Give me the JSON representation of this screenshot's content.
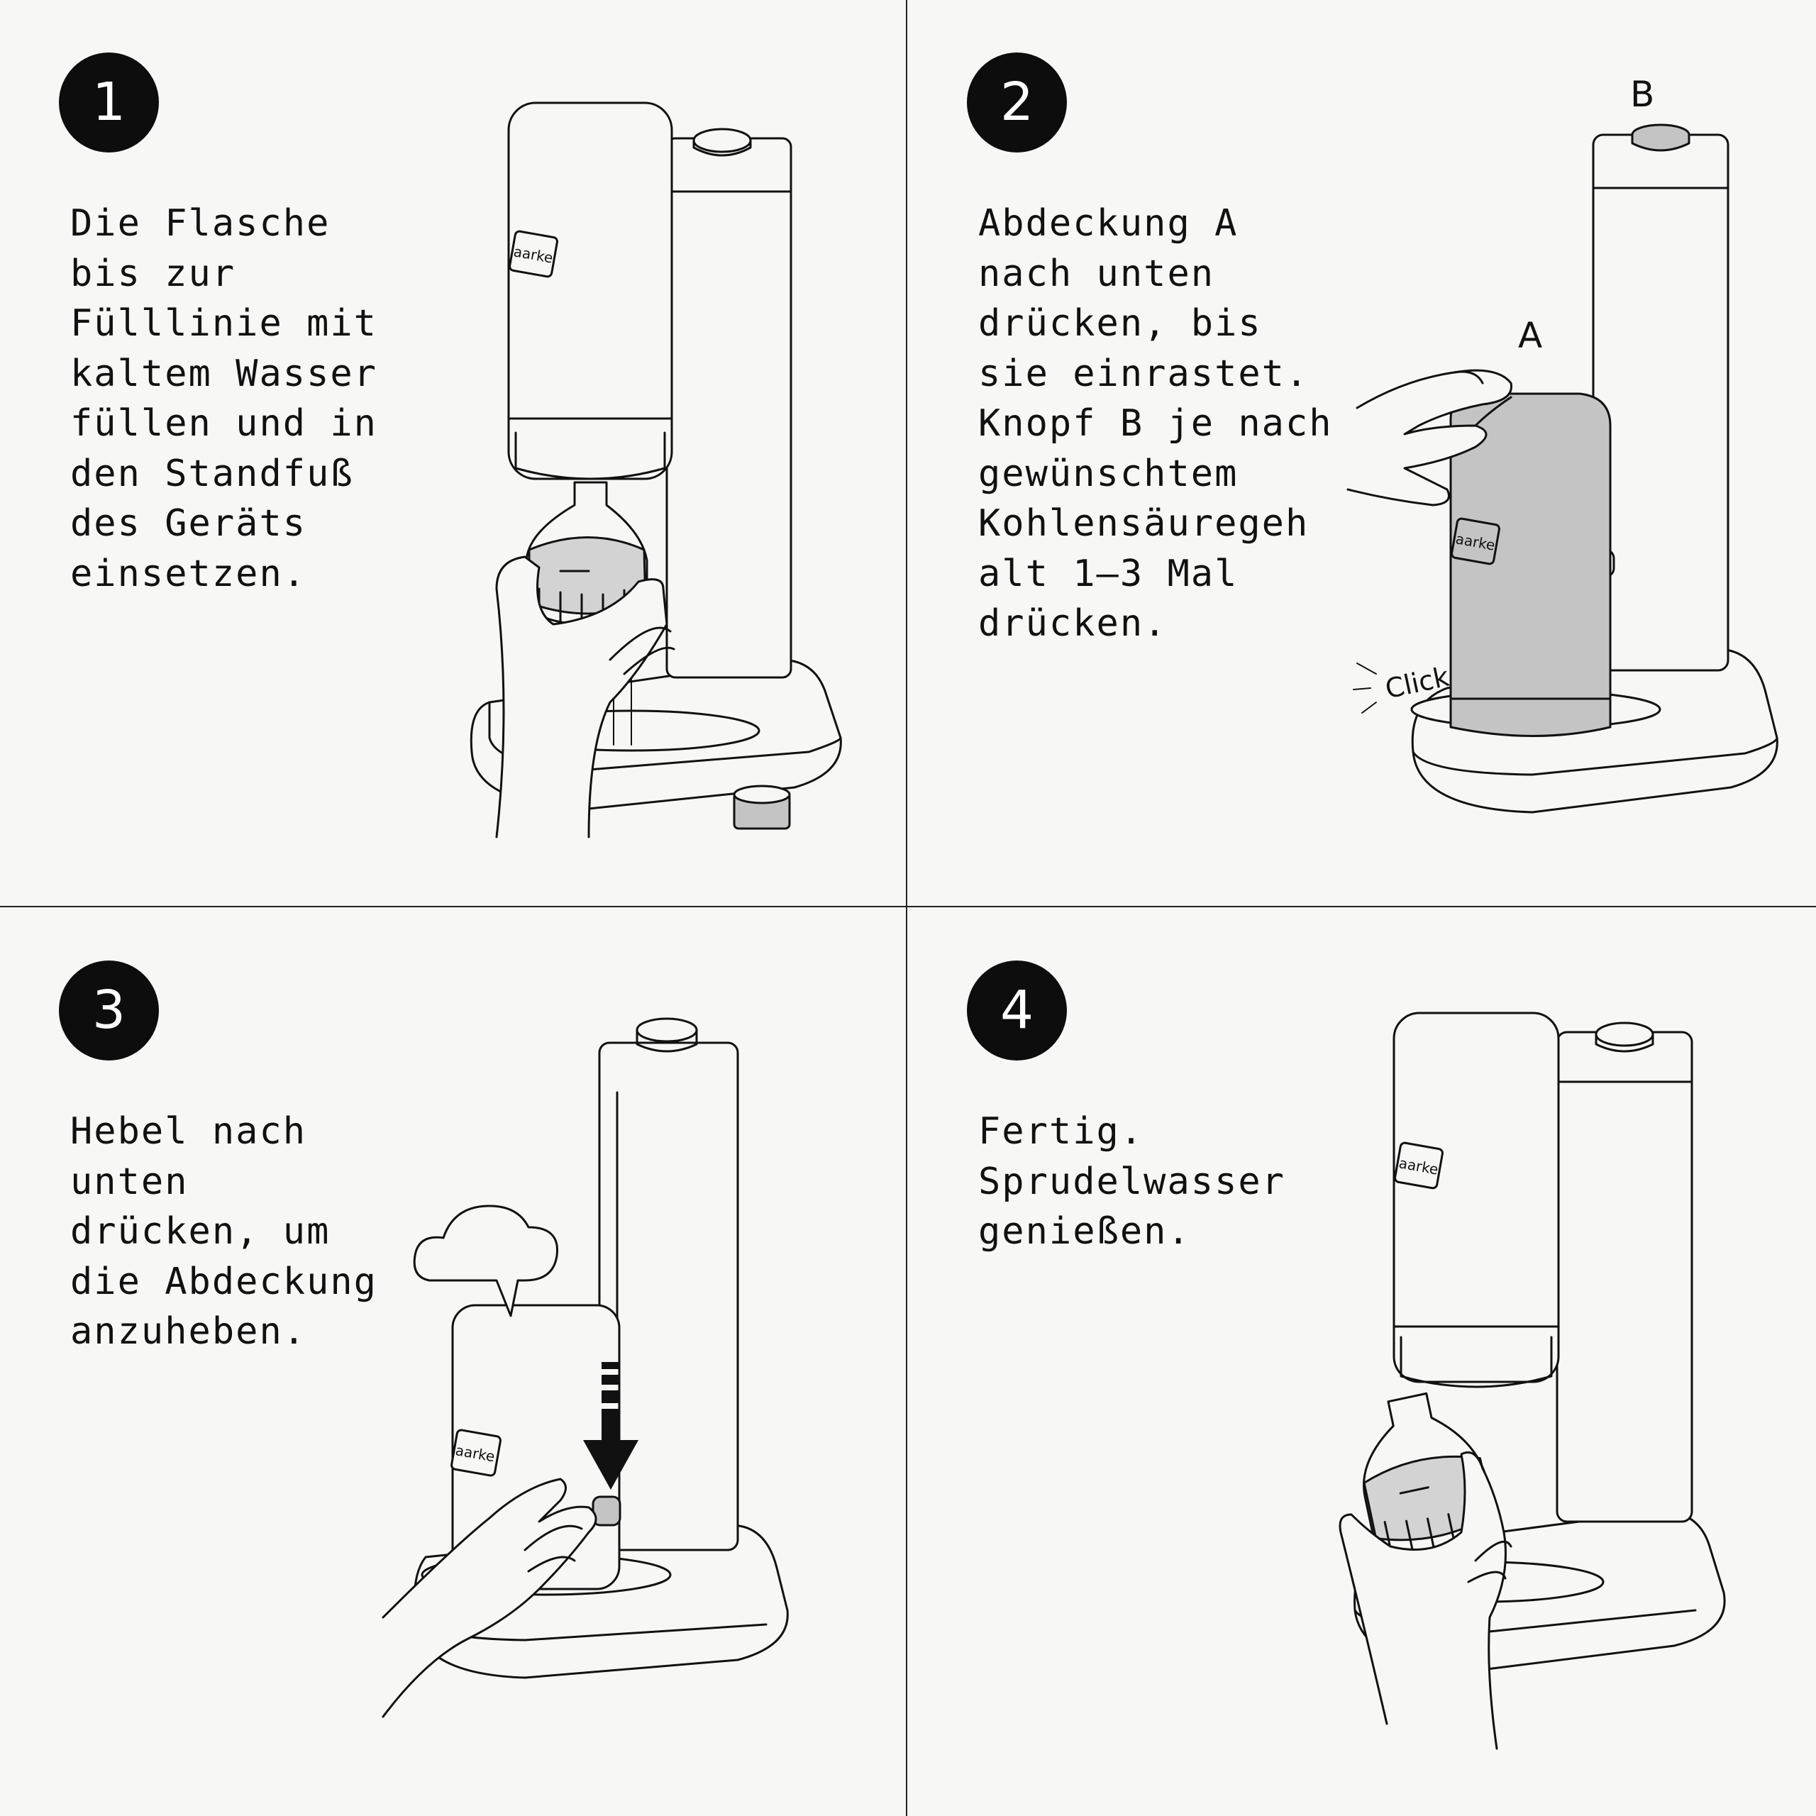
{
  "colors": {
    "background": "#f7f7f6",
    "ink": "#111111",
    "badge": "#0d0d0d",
    "gray_fill": "#c4c4c4",
    "liquid_fill": "#d3d3d3"
  },
  "icons": [
    "speech-cloud-icon",
    "down-arrow-icon"
  ],
  "steps": [
    {
      "number": "1",
      "text": "Die Flasche\nbis zur\nFülllinie mit\nkaltem Wasser\nfüllen und in\nden Standfuß\ndes Geräts\neinsetzen.",
      "logo": "aarke"
    },
    {
      "number": "2",
      "text": "Abdeckung A\nnach unten\ndrücken, bis\nsie einrastet.\nKnopf B je nach\ngewünschtem\nKohlensäuregeh\nalt 1–3 Mal\ndrücken.",
      "label_a": "A",
      "label_b": "B",
      "click": "Click",
      "logo": "aarke"
    },
    {
      "number": "3",
      "text": "Hebel nach\nunten\ndrücken, um\ndie Abdeckung\nanzuheben.",
      "logo": "aarke"
    },
    {
      "number": "4",
      "text": "Fertig.\nSprudelwasser\ngenießen.",
      "logo": "aarke"
    }
  ]
}
